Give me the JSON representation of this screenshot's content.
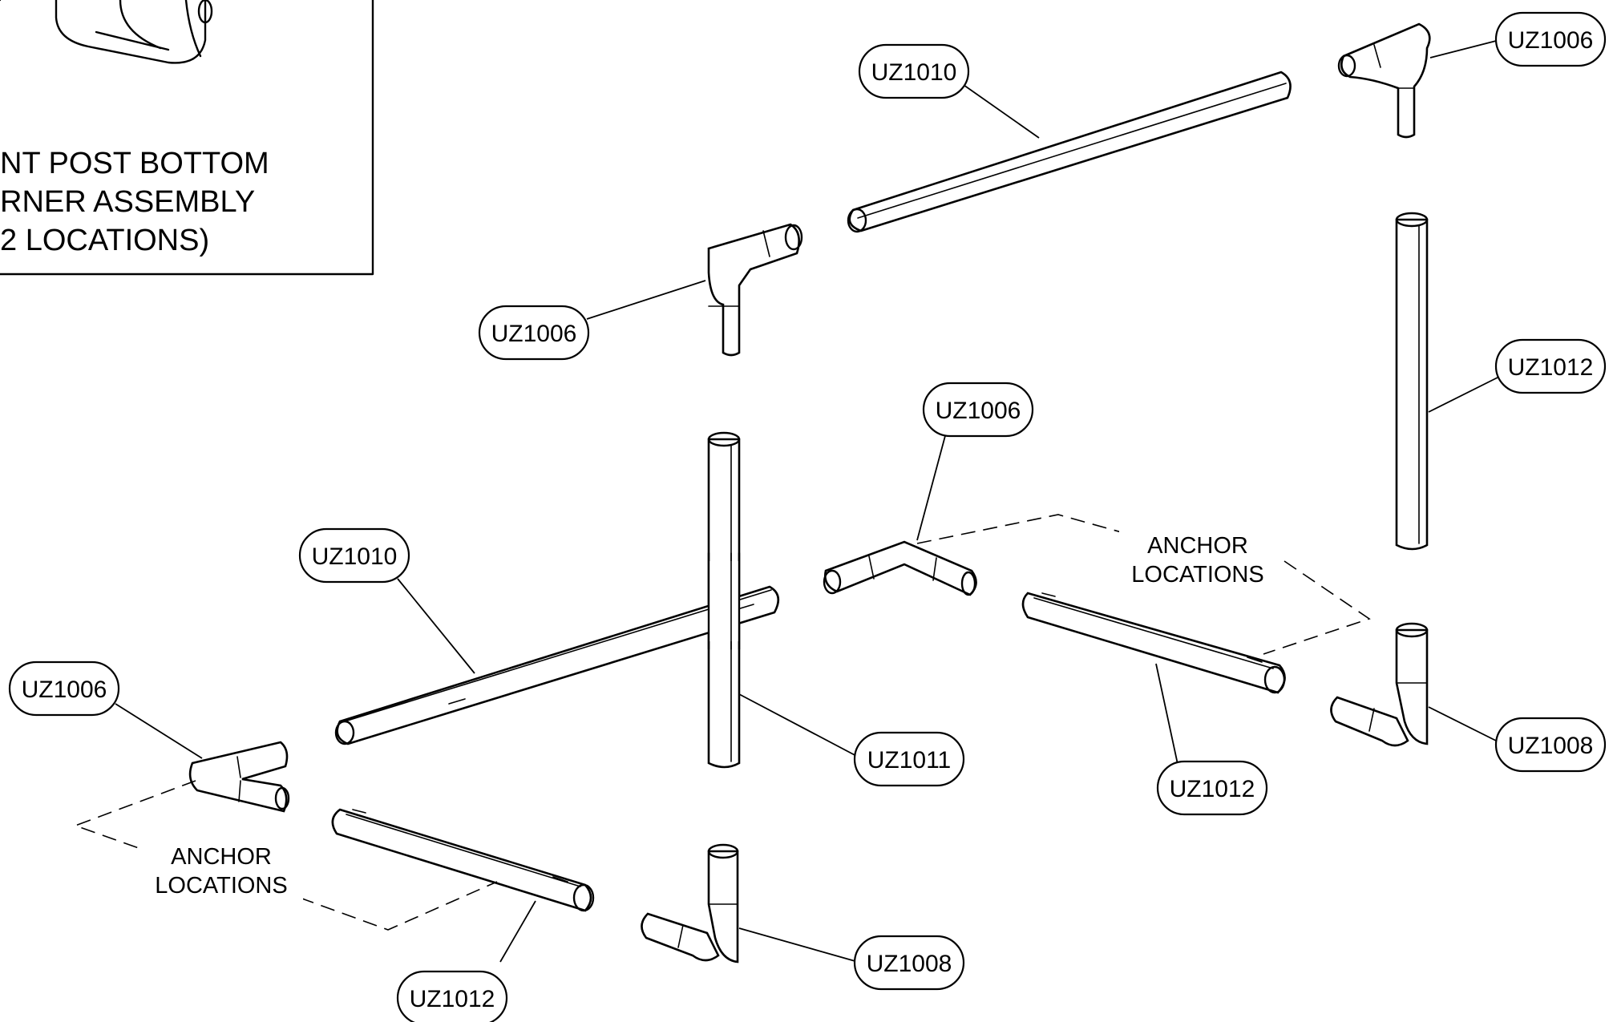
{
  "inset": {
    "lines": [
      "NT POST BOTTOM",
      "RNER ASSEMBLY",
      "2 LOCATIONS)"
    ]
  },
  "callouts": [
    {
      "id": "c1",
      "label": "UZ1010"
    },
    {
      "id": "c2",
      "label": "UZ1006"
    },
    {
      "id": "c3",
      "label": "UZ1006"
    },
    {
      "id": "c4",
      "label": "UZ1012"
    },
    {
      "id": "c5",
      "label": "UZ1006"
    },
    {
      "id": "c6",
      "label": "UZ1010"
    },
    {
      "id": "c7",
      "label": "UZ1006"
    },
    {
      "id": "c8",
      "label": "UZ1011"
    },
    {
      "id": "c9",
      "label": "UZ1012"
    },
    {
      "id": "c10",
      "label": "UZ1008"
    },
    {
      "id": "c11",
      "label": "UZ1012"
    },
    {
      "id": "c12",
      "label": "UZ1008"
    }
  ],
  "anchor_labels": [
    {
      "line1": "ANCHOR",
      "line2": "LOCATIONS"
    },
    {
      "line1": "ANCHOR",
      "line2": "LOCATIONS"
    }
  ]
}
